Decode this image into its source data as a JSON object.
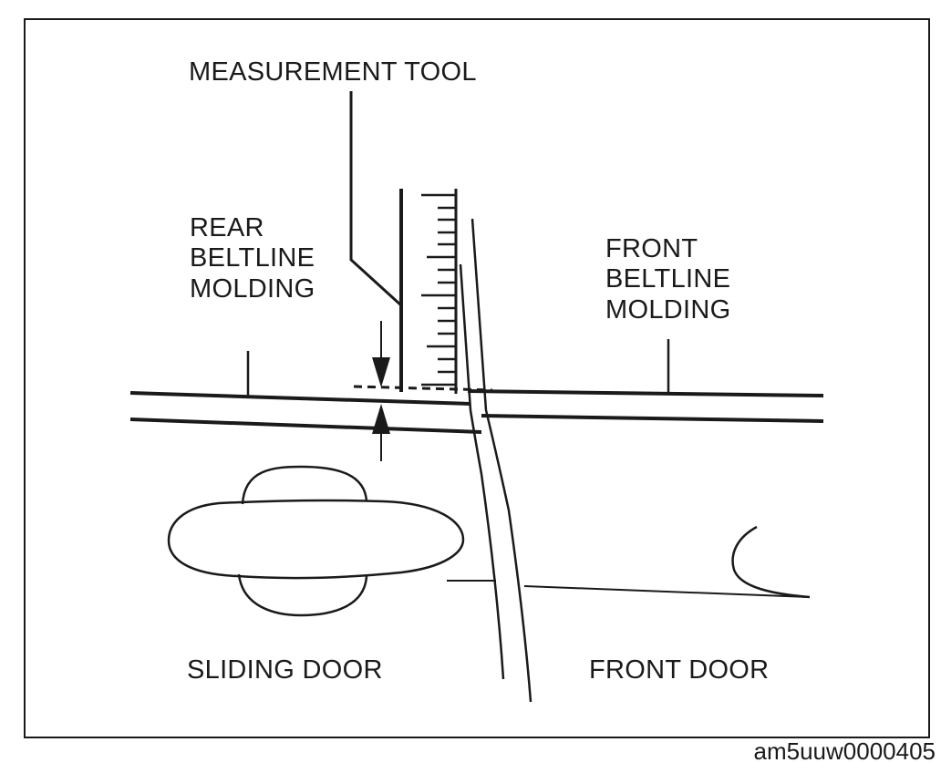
{
  "labels": {
    "measurement_tool": "MEASUREMENT TOOL",
    "rear_molding": [
      "REAR",
      "BELTLINE",
      "MOLDING"
    ],
    "front_molding": [
      "FRONT",
      "BELTLINE",
      "MOLDING"
    ],
    "sliding_door": "SLIDING DOOR",
    "front_door": "FRONT DOOR"
  },
  "figure_id": "am5uuw0000405",
  "colors": {
    "line": "#1a1a1a",
    "background": "#ffffff"
  }
}
